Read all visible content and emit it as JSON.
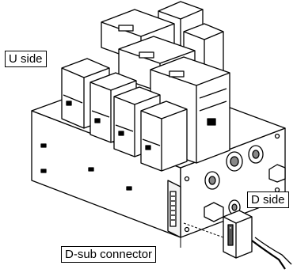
{
  "labels": {
    "u_side": "U side",
    "d_side": "D side",
    "dsub_connector": "D-sub connector"
  }
}
